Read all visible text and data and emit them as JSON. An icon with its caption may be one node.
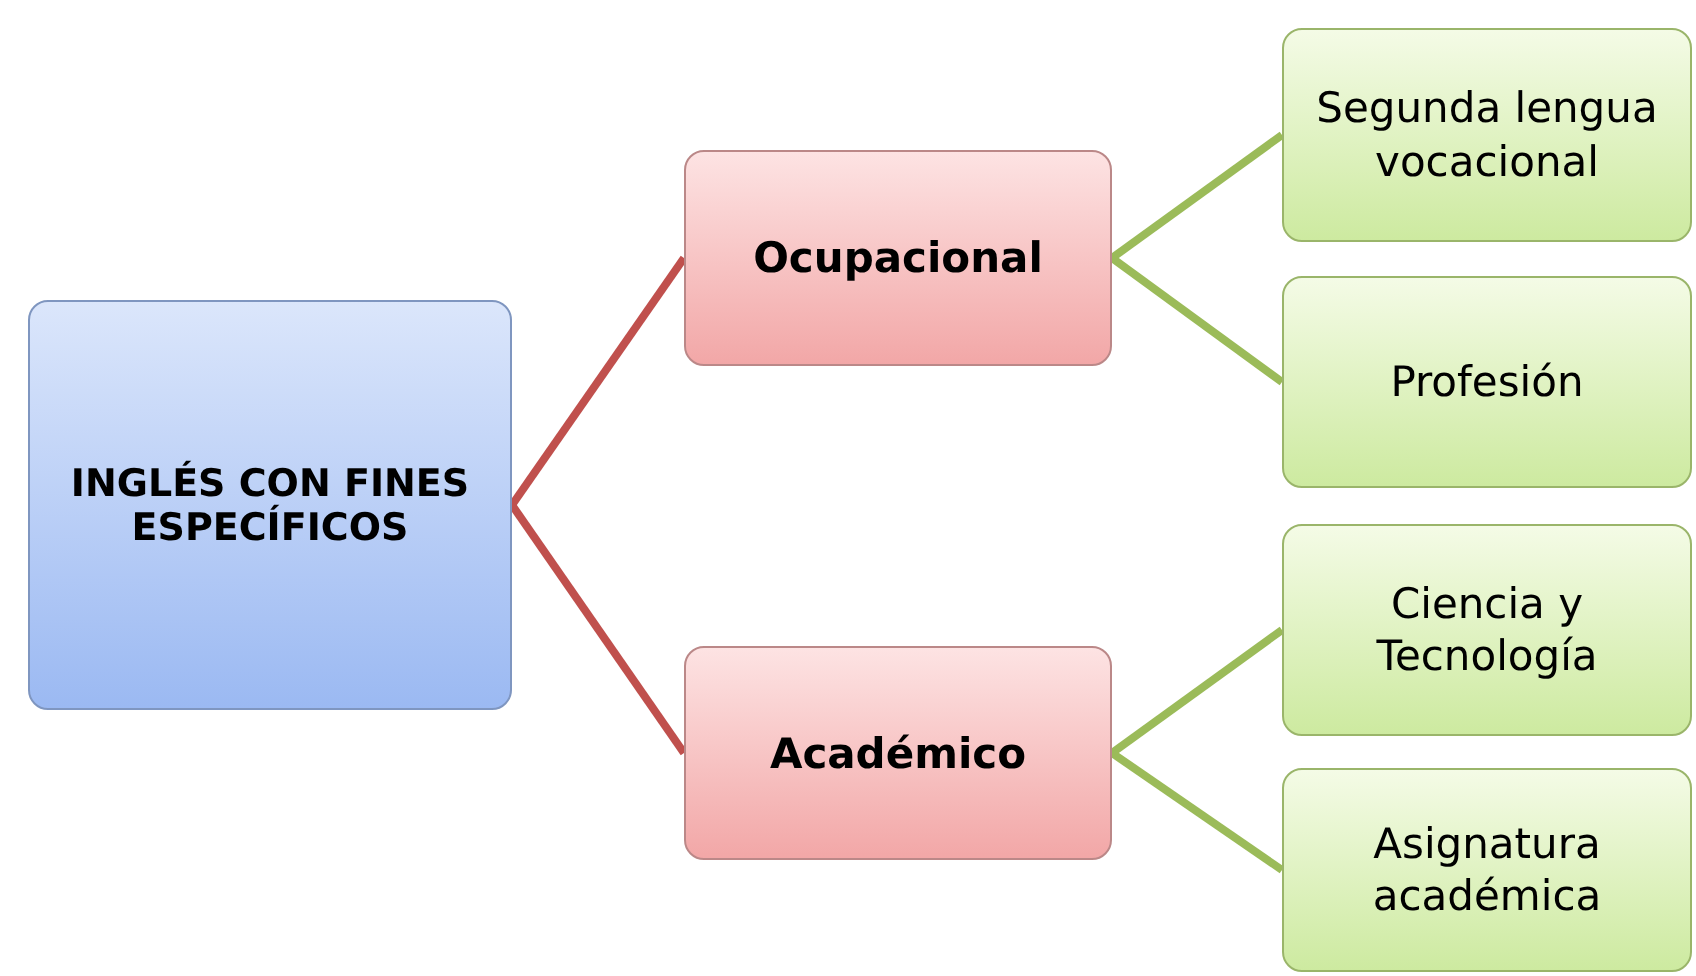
{
  "diagram": {
    "nodes": [
      {
        "text": [
          "INGLÉS CON FINES ESPECÍFICOS"
        ]
      },
      {
        "text": [
          "Ocupacional"
        ]
      },
      {
        "text": [
          "Académico"
        ]
      },
      {
        "text": [
          "Segunda lengua vocacional"
        ]
      },
      {
        "text": [
          "Profesión"
        ]
      },
      {
        "text": [
          "Ciencia y Tecnología"
        ]
      },
      {
        "text": [
          "Asignatura académica"
        ]
      }
    ],
    "edges": [
      {
        "from": 0,
        "to": 1,
        "arrow": "none",
        "color": "#c0504d"
      },
      {
        "from": 0,
        "to": 2,
        "arrow": "none",
        "color": "#c0504d"
      },
      {
        "from": 1,
        "to": 3,
        "arrow": "none"
      },
      {
        "from": 1,
        "to": 4,
        "arrow": "none"
      },
      {
        "from": 2,
        "to": 5,
        "arrow": "none"
      },
      {
        "from": 2,
        "to": 6,
        "arrow": "none"
      }
    ]
  }
}
